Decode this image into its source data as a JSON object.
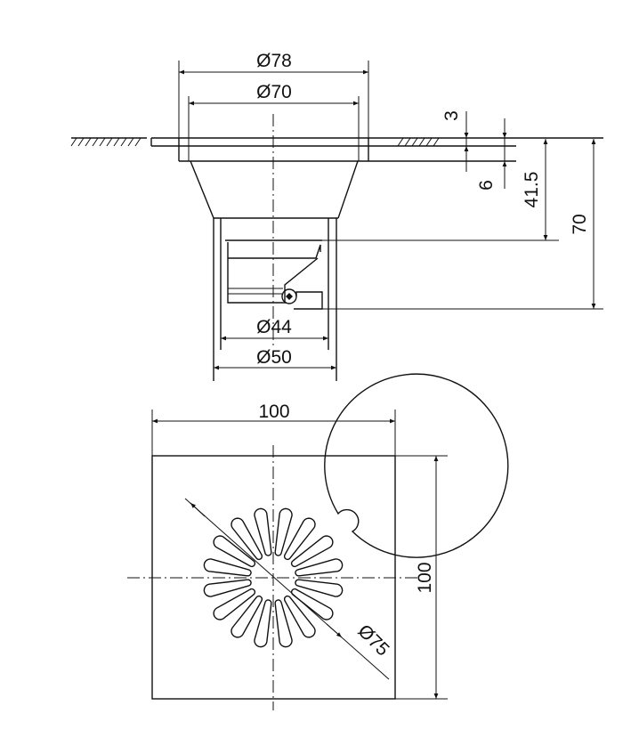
{
  "side_view": {
    "dims": {
      "d78": "Ø78",
      "d70": "Ø70",
      "d44": "Ø44",
      "d50": "Ø50",
      "h3": "3",
      "h6": "6",
      "h41_5": "41.5",
      "h70": "70"
    }
  },
  "top_view": {
    "dims": {
      "width": "100",
      "height": "100",
      "grate_diameter": "Ø75"
    }
  },
  "colors": {
    "line": "#111111",
    "background": "#ffffff"
  }
}
